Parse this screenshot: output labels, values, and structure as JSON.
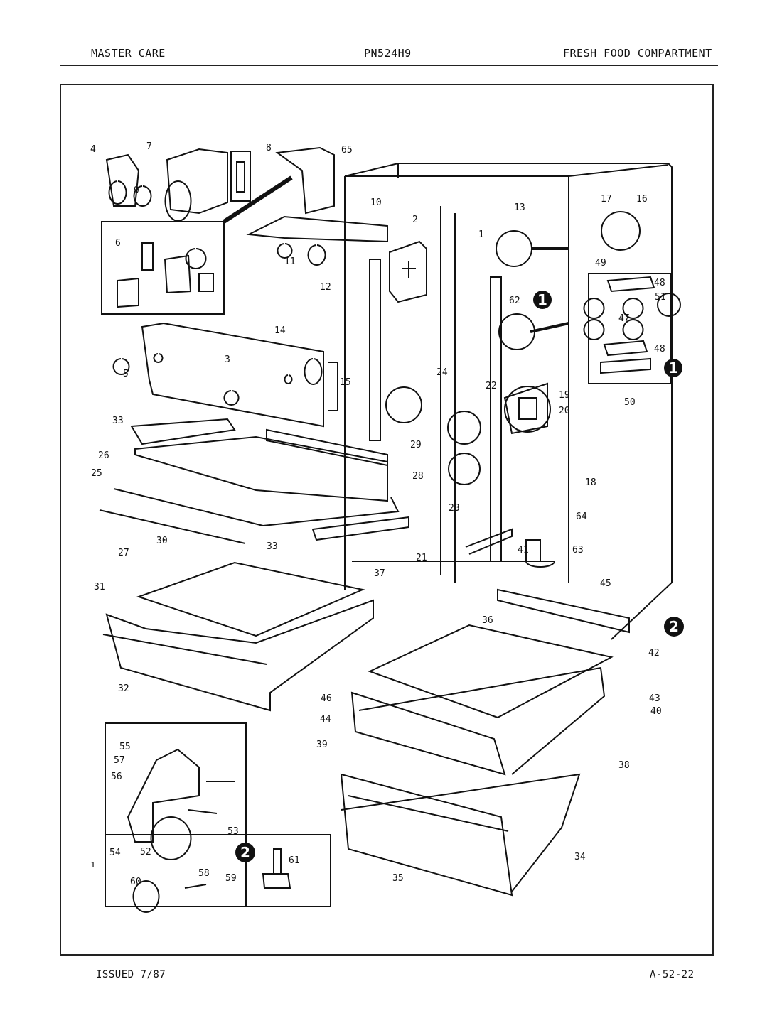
{
  "header": {
    "left": "MASTER CARE",
    "center": "PN524H9",
    "right": "FRESH FOOD COMPARTMENT"
  },
  "footer": {
    "issued": "ISSUED 7/87",
    "page": "A-52-22"
  },
  "diagram": {
    "part_numbers": [
      "4",
      "7",
      "8",
      "65",
      "9",
      "6",
      "10",
      "2",
      "13",
      "17",
      "16",
      "1",
      "11",
      "12",
      "49",
      "48",
      "51",
      "62",
      "47",
      "48",
      "14",
      "3",
      "5",
      "15",
      "24",
      "22",
      "19",
      "20",
      "50",
      "33",
      "26",
      "25",
      "29",
      "28",
      "18",
      "27",
      "33",
      "23",
      "64",
      "30",
      "31",
      "21",
      "37",
      "63",
      "41",
      "45",
      "36",
      "32",
      "42",
      "46",
      "43",
      "44",
      "40",
      "39",
      "38",
      "55",
      "57",
      "56",
      "53",
      "54",
      "52",
      "61",
      "58",
      "59",
      "60",
      "34",
      "35"
    ],
    "badges": [
      "1",
      "1",
      "2",
      "2"
    ],
    "stray_mark": "ı"
  }
}
